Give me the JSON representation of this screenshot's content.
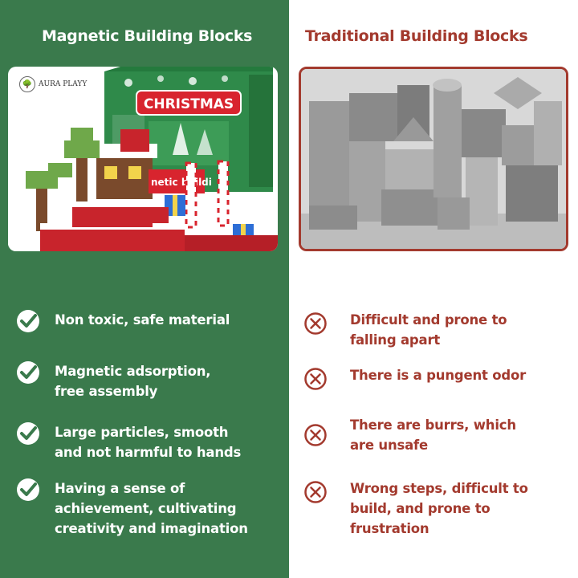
{
  "left": {
    "title": "Magnetic Building Blocks",
    "brand": "AURA PLAYY",
    "box_title": "CHRISTMAS",
    "box_subtitle": "netic buildi",
    "features": [
      "Non toxic, safe material",
      "Magnetic adsorption,\nfree assembly",
      "Large particles, smooth\nand not harmful to hands",
      "Having a sense of\nachievement, cultivating\ncreativity and imagination"
    ]
  },
  "right": {
    "title": "Traditional Building Blocks",
    "drawbacks": [
      "Difficult and prone to\nfalling apart",
      "There is a pungent odor",
      "There are burrs, which\nare unsafe",
      "Wrong steps, difficult to\nbuild, and prone to\nfrustration"
    ]
  },
  "colors": {
    "green": "#3a7a4c",
    "red": "#a33a2e",
    "white": "#ffffff"
  },
  "icons": {
    "positive": "check-circle-icon",
    "negative": "x-circle-icon"
  }
}
